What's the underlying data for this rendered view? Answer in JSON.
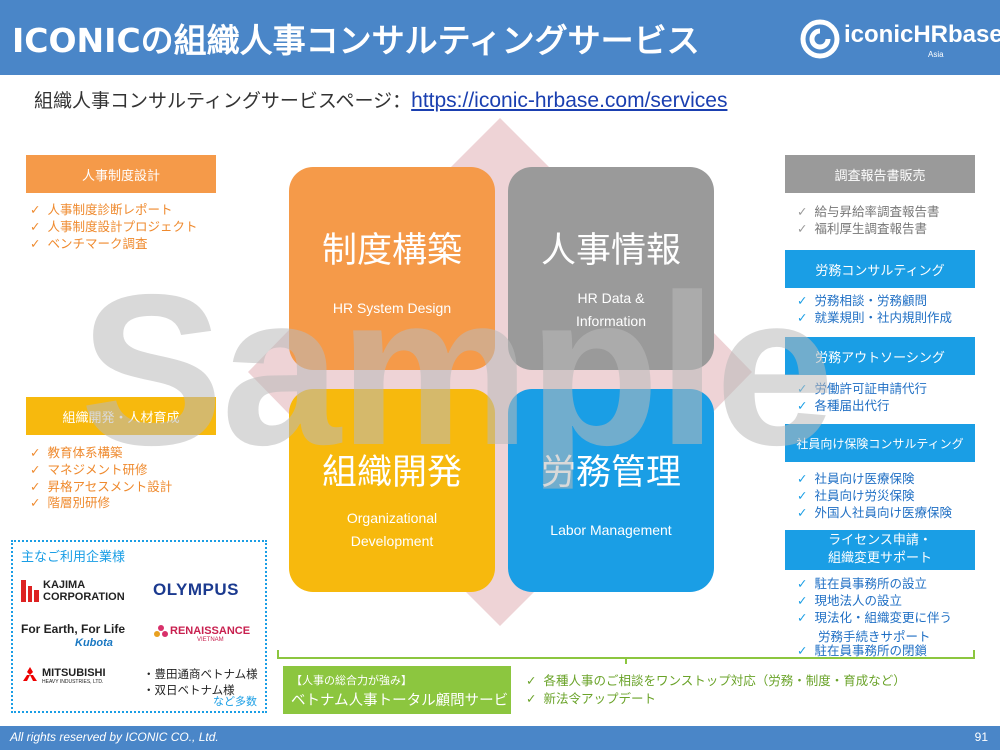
{
  "header": {
    "title": "ICONICの組織人事コンサルティングサービス",
    "logo_text": "iconicHRbase",
    "logo_sub": "Asia"
  },
  "subtitle": {
    "label": "組織人事コンサルティングサービスページ：",
    "url": "https://iconic-hrbase.com/services"
  },
  "watermark": "Sample",
  "quadrants": [
    {
      "title": "制度構築",
      "subtitle_lines": [
        "HR System Design"
      ],
      "color": "#f59a49"
    },
    {
      "title": "人事情報",
      "subtitle_lines": [
        "HR Data &",
        "Information"
      ],
      "color": "#9a9a9a"
    },
    {
      "title": "組織開発",
      "subtitle_lines": [
        "Organizational",
        "Development"
      ],
      "color": "#f7b90d"
    },
    {
      "title": "労務管理",
      "subtitle_lines": [
        "Labor Management"
      ],
      "color": "#1a9ee5"
    }
  ],
  "left_sections": [
    {
      "label": "人事制度設計",
      "items": [
        "人事制度診断レポート",
        "人事制度設計プロジェクト",
        "ベンチマーク調査"
      ]
    },
    {
      "label": "組織開発・人材育成",
      "items": [
        "教育体系構築",
        "マネジメント研修",
        "昇格アセスメント設計",
        "階層別研修"
      ]
    }
  ],
  "right_sections": [
    {
      "label": "調査報告書販売",
      "items": [
        "給与昇給率調査報告書",
        "福利厚生調査報告書"
      ]
    },
    {
      "label": "労務コンサルティング",
      "items": [
        "労務相談・労務顧問",
        "就業規則・社内規則作成"
      ]
    },
    {
      "label": "労務アウトソーシング",
      "items": [
        "労働許可証申請代行",
        "各種届出代行"
      ]
    },
    {
      "label": "社員向け保険コンサルティング",
      "items": [
        "社員向け医療保険",
        "社員向け労災保険",
        "外国人社員向け医療保険"
      ]
    },
    {
      "label_lines": [
        "ライセンス申請・",
        "組織変更サポート"
      ],
      "items": [
        "駐在員事務所の設立",
        "現地法人の設立",
        "現法化・組織変更に伴う",
        "駐在員事務所の閉鎖"
      ],
      "item_continuation": "労務手続きサポート"
    }
  ],
  "clients": {
    "title": "主なご利用企業様",
    "logos": [
      "KAJIMA",
      "CORPORATION",
      "OLYMPUS",
      "For Earth, For Life",
      "Kubota",
      "RENAISSANCE",
      "VIETNAM",
      "MITSUBISHI",
      "HEAVY INDUSTRIES, LTD."
    ],
    "text_lines": [
      "・豊田通商ベトナム様",
      "・双日ベトナム様"
    ],
    "more": "など多数"
  },
  "total_service": {
    "line1": "【人事の総合力が強み】",
    "line2": "ベトナム人事トータル顧問サービス",
    "points": [
      "各種人事のご相談をワンストップ対応（労務・制度・育成など）",
      "新法令アップデート"
    ]
  },
  "footer": {
    "copyright": "All rights reserved by ICONIC CO., Ltd.",
    "page": "91"
  },
  "colors": {
    "brand_blue": "#4a86c8",
    "orange": "#f59a49",
    "gray": "#9a9a9a",
    "yellow": "#f7b90d",
    "sky": "#1a9ee5",
    "green": "#8cc63f"
  }
}
